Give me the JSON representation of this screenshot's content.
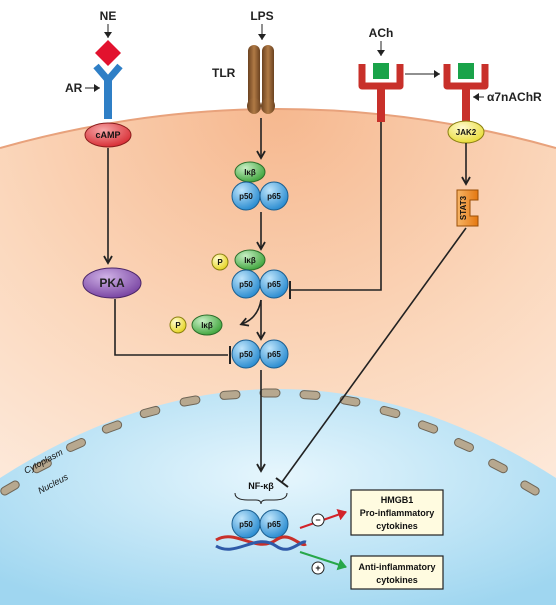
{
  "labels": {
    "ne": "NE",
    "lps": "LPS",
    "ach": "ACh",
    "ar": "AR",
    "tlr": "TLR",
    "a7nachr": "α7nAChR",
    "camp": "cAMP",
    "pka": "PKA",
    "jak2": "JAK2",
    "stat3": "STAT3",
    "ikb": "Iκβ",
    "p50": "p50",
    "p65": "p65",
    "p": "P",
    "nfkb": "NF-κβ",
    "cytoplasm": "Cytoplasm",
    "nucleus": "Nucleus",
    "minus": "−",
    "plus": "+"
  },
  "outputs": {
    "pro": [
      "HMGB1",
      "Pro-inflammatory",
      "cytokines"
    ],
    "anti": [
      "Anti-inflammatory",
      "cytokines"
    ]
  },
  "colors": {
    "cytoplasm_top": "#f7c7a3",
    "nucleus": "#bfe6f7",
    "p_subunit": "#4aa8e0",
    "ikb": "#6cc36a",
    "phospho": "#f2ea5a",
    "camp": "#e0464c",
    "pka": "#8c5bb0",
    "receptor_ar": "#2f7fc6",
    "receptor_ach": "#c8302a",
    "ligand_ne": "#e2122e",
    "ligand_ach": "#1aa34a",
    "tlr": "#8a5a2b",
    "stat3": "#f08a1e",
    "inhibit_arrow": "#d2232a",
    "promote_arrow": "#27a74a"
  }
}
